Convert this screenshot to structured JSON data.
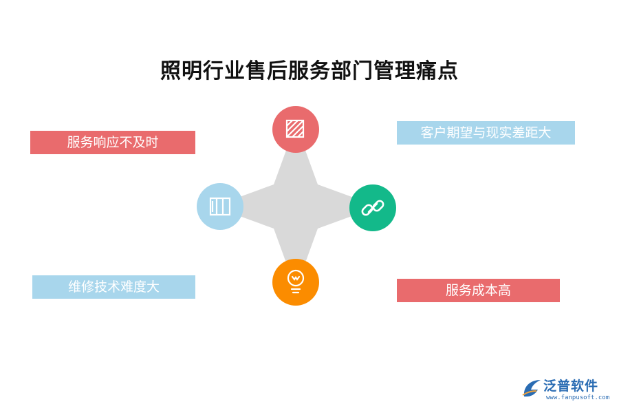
{
  "title": "照明行业售后服务部门管理痛点",
  "labels": {
    "top_left": "服务响应不及时",
    "top_right": "客户期望与现实差距大",
    "bottom_left": "维修技术难度大",
    "bottom_right": "服务成本高"
  },
  "nodes": {
    "top": {
      "icon": "hatched-square-icon",
      "color": "#e96b6d"
    },
    "left": {
      "icon": "columns-icon",
      "color": "#a8d6ec"
    },
    "right": {
      "icon": "link-icon",
      "color": "#13b98a"
    },
    "bottom": {
      "icon": "lightbulb-icon",
      "color": "#fb8c00"
    }
  },
  "colors": {
    "red": "#e96b6d",
    "blue": "#a8d6ec",
    "green": "#13b98a",
    "orange": "#fb8c00",
    "star": "#d9d9d9"
  },
  "watermark": {
    "brand": "泛普软件",
    "url": "www.fanpusoft.com"
  }
}
